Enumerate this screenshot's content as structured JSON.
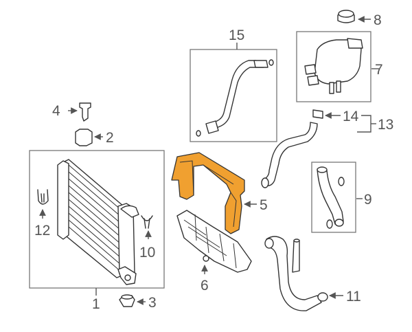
{
  "callouts": {
    "c1": "1",
    "c2": "2",
    "c3": "3",
    "c4": "4",
    "c5": "5",
    "c6": "6",
    "c7": "7",
    "c8": "8",
    "c9": "9",
    "c10": "10",
    "c11": "11",
    "c12": "12",
    "c13": "13",
    "c14": "14",
    "c15": "15"
  },
  "colors": {
    "highlight": "#f0a030",
    "line": "#333333",
    "label": "#555555",
    "box": "#777777"
  },
  "icons": {
    "arrow": "arrow-head",
    "highlighted_part": "orange-fill"
  }
}
